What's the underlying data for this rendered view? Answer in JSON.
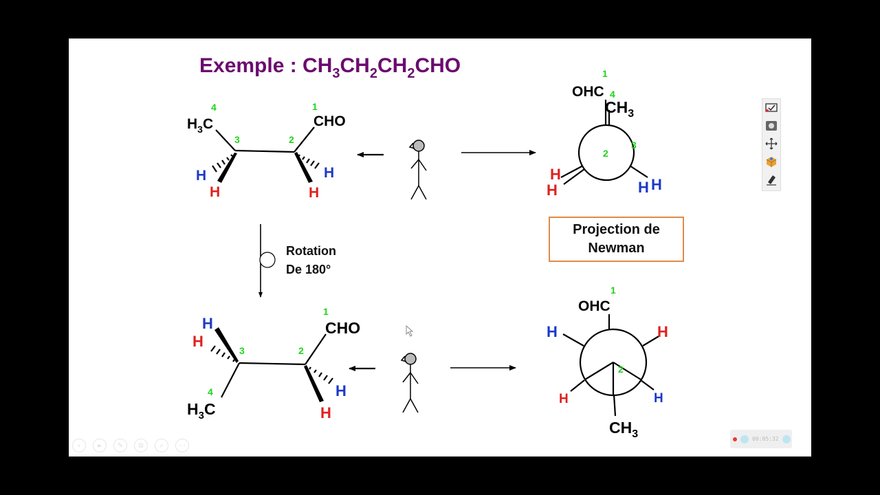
{
  "slide": {
    "title": {
      "prefix": "Exemple : CH",
      "s1": "3",
      "mid1": "CH",
      "s2": "2",
      "mid2": "CH",
      "s3": "2",
      "suffix": "CHO"
    },
    "rotation_label": {
      "line1": "Rotation",
      "line2": "De 180°"
    },
    "newman_label": {
      "line1": "Projection de",
      "line2": "Newman"
    },
    "carbon_numbers": {
      "c1": "1",
      "c2": "2",
      "c3": "3",
      "c4": "4"
    },
    "groups": {
      "cho": "CHO",
      "ohc": "OHC",
      "h": "H",
      "c_h": "CH",
      "c_sub": "3",
      "ch3_pre": "H",
      "ch3_sub": "3",
      "ch3_c": "C"
    }
  },
  "toolbar": {
    "icons": [
      "pen-check-icon",
      "record-icon",
      "move-icon",
      "box-icon",
      "eraser-icon"
    ]
  },
  "bottom_nav": {
    "icons": [
      "back-icon",
      "play-icon",
      "pen-icon",
      "copy-icon",
      "zoom-icon",
      "more-icon"
    ],
    "glyphs": [
      "‹",
      "▸",
      "✎",
      "⧉",
      "⌕",
      "⋯"
    ]
  },
  "recorder": {
    "time": "00:05:32"
  },
  "colors": {
    "title": "#6b0b6f",
    "red": "#e0201e",
    "blue": "#1c39c8",
    "green": "#1fd41a",
    "box_border": "#e08a47"
  }
}
